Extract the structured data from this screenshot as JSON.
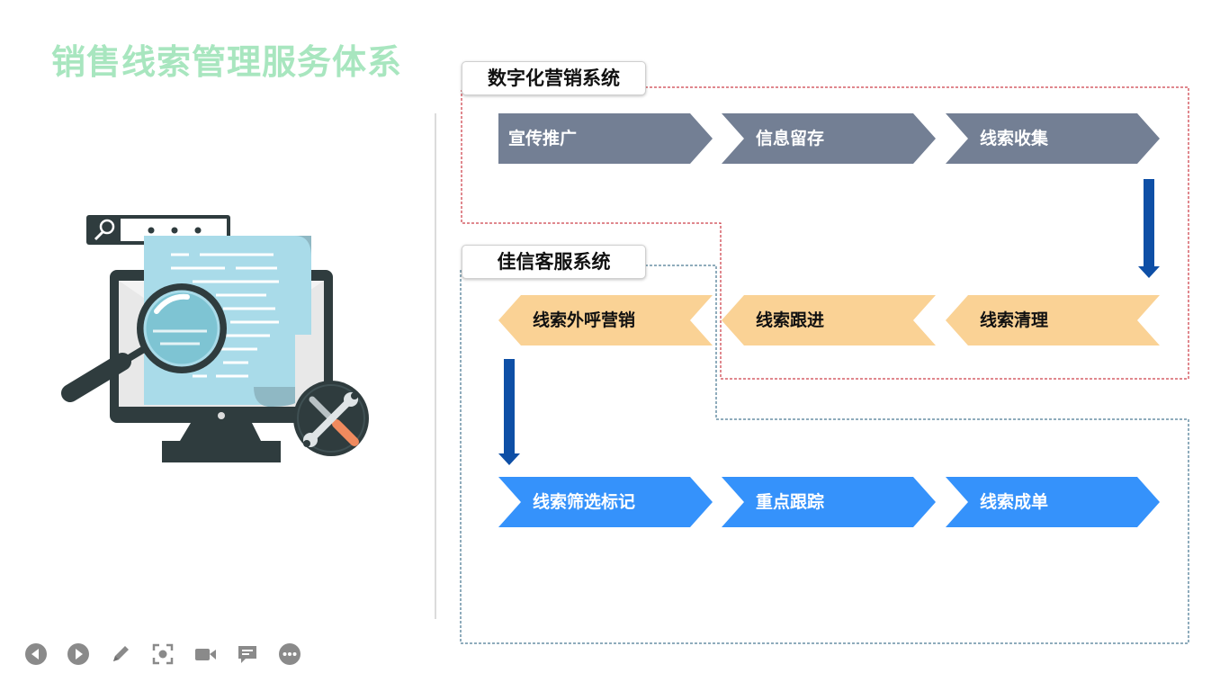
{
  "title": "销售线索管理服务体系",
  "systems": {
    "marketing": {
      "label": "数字化营销系统",
      "color": "#c0121e"
    },
    "service": {
      "label": "佳信客服系统",
      "color": "#1f5a78"
    }
  },
  "flow": {
    "row1": [
      "宣传推广",
      "信息留存",
      "线索收集"
    ],
    "row2": [
      "线索外呼营销",
      "线索跟进",
      "线索清理"
    ],
    "row3": [
      "线索筛选标记",
      "重点跟踪",
      "线索成单"
    ]
  },
  "colors": {
    "row1": "#737f94",
    "row2": "#fad295",
    "row3": "#3592fb",
    "down_arrow": "#0e4fa6",
    "title": "#a8e6bf"
  },
  "illustration": {
    "icons": [
      "search-bar-icon",
      "document-icon",
      "monitor-icon",
      "magnifier-icon",
      "tools-icon"
    ]
  },
  "toolbar": {
    "icons": [
      "previous-icon",
      "next-icon",
      "pen-icon",
      "screenshot-icon",
      "camera-icon",
      "comment-icon",
      "more-icon"
    ]
  }
}
